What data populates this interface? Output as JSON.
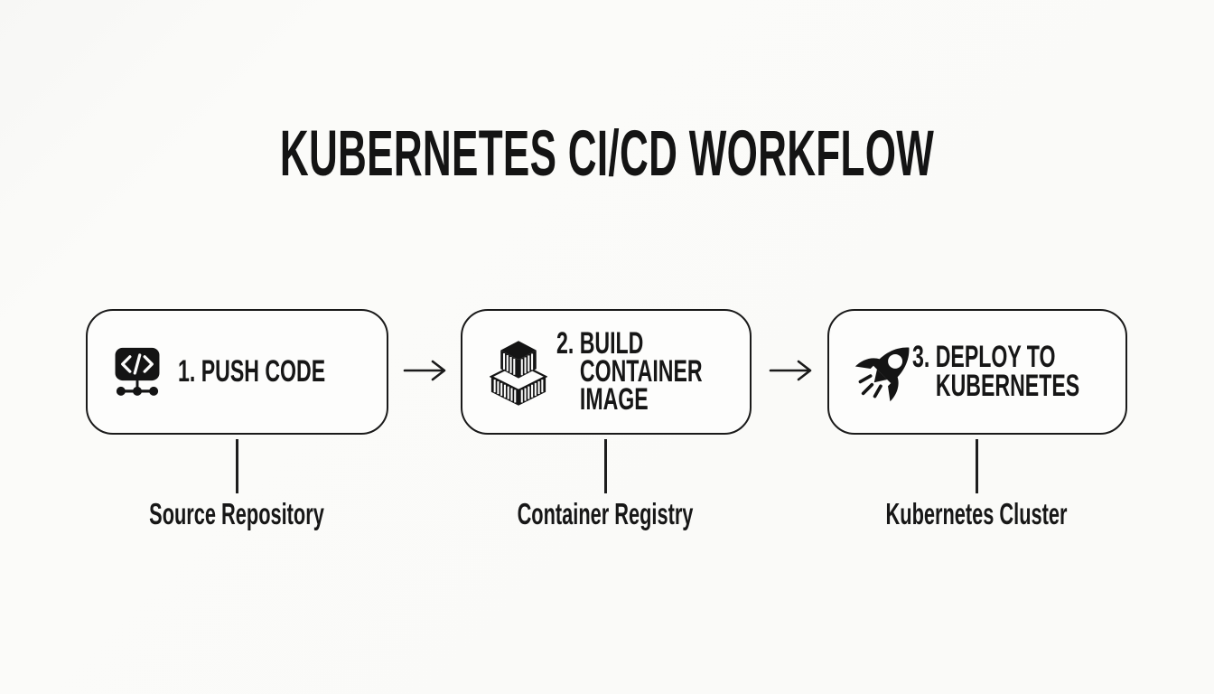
{
  "title": "KUBERNETES CI/CD WORKFLOW",
  "steps": [
    {
      "label": "1. PUSH CODE",
      "icon": "code-commit-icon",
      "annotation": "Source Repository"
    },
    {
      "label": "2. BUILD CONTAINER IMAGE",
      "icon": "container-stack-icon",
      "annotation": "Container Registry"
    },
    {
      "label": "3. DEPLOY TO KUBERNETES",
      "icon": "rocket-icon",
      "annotation": "Kubernetes Cluster"
    }
  ],
  "colors": {
    "background": "#fafaf8",
    "box_fill": "#fdfdfc",
    "ink": "#161616",
    "border": "#1a1a1a"
  }
}
